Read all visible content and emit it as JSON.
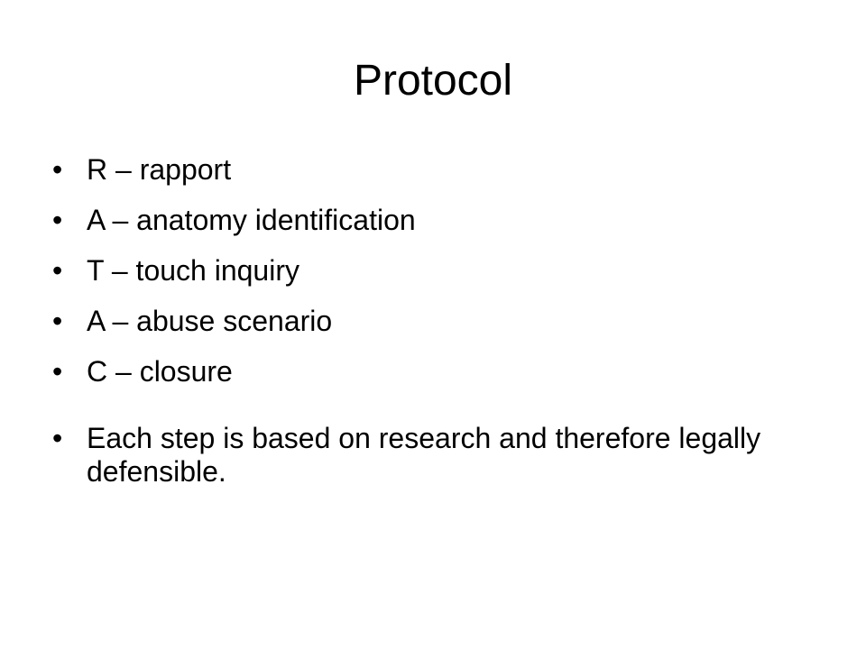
{
  "slide": {
    "title": "Protocol",
    "bullet_symbol": "•",
    "items": [
      "R – rapport",
      "A – anatomy identification",
      "T – touch inquiry",
      "A – abuse scenario",
      "C – closure",
      "Each step is based on research and therefore legally defensible."
    ]
  }
}
